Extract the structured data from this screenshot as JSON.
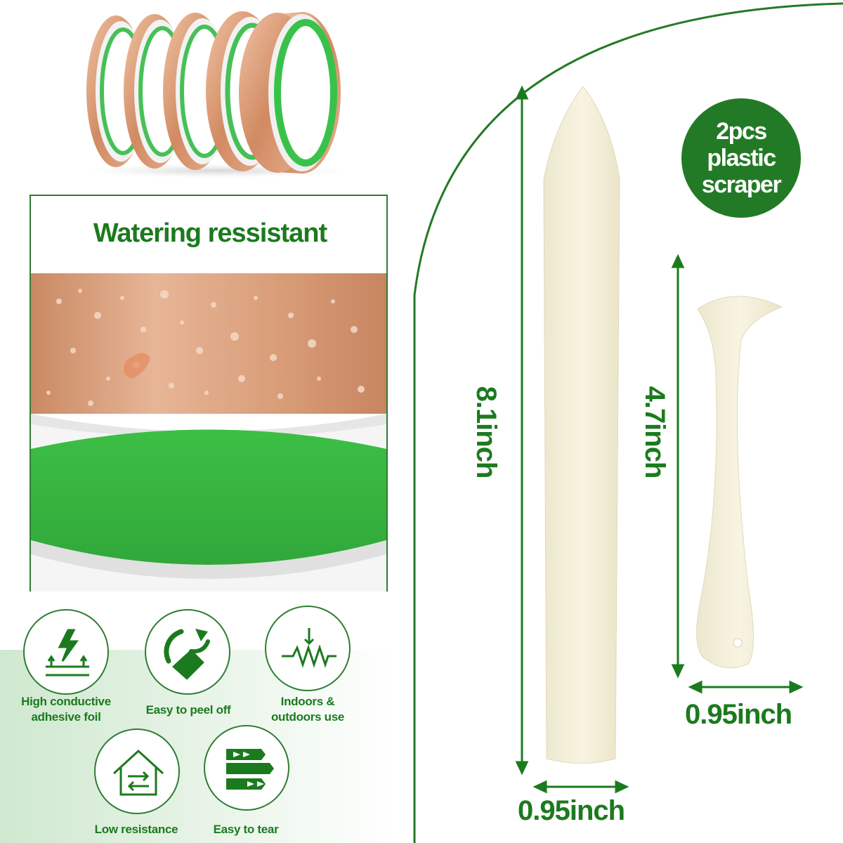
{
  "watering_panel": {
    "title": "Watering ressistant"
  },
  "features": [
    {
      "label_line1": "High conductive",
      "label_line2": "adhesive foil",
      "icon": "conductive-lightning-icon"
    },
    {
      "label_line1": "Easy to peel off",
      "label_line2": "",
      "icon": "peel-off-icon"
    },
    {
      "label_line1": "Indoors &",
      "label_line2": "outdoors use",
      "icon": "resistor-icon"
    },
    {
      "label_line1": "Low resistance",
      "label_line2": "",
      "icon": "house-arrows-icon"
    },
    {
      "label_line1": "Easy to tear",
      "label_line2": "",
      "icon": "tear-strip-icon"
    }
  ],
  "badge": {
    "line1": "2pcs",
    "line2": "plastic",
    "line3": "scraper"
  },
  "dimensions": {
    "long_height": "8.1inch",
    "long_width": "0.95inch",
    "short_height": "4.7inch",
    "short_width": "0.95inch"
  },
  "colors": {
    "brand_green": "#1c7a1e",
    "copper": "#d99a72",
    "tape_green": "#39c24a",
    "scraper_ivory": "#f4f0dc"
  }
}
